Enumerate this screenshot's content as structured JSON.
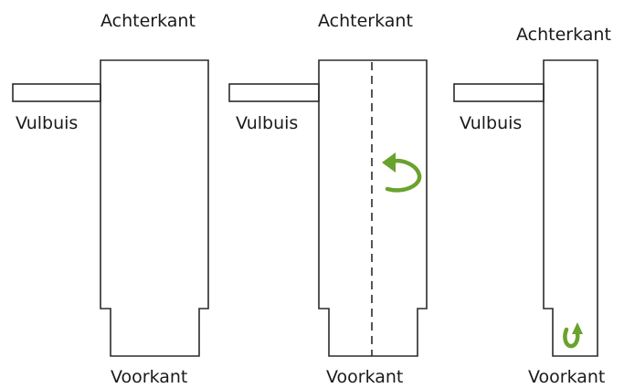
{
  "panels": [
    {
      "back_label": "Achterkant",
      "pipe_label": "Vulbuis",
      "front_label": "Voorkant"
    },
    {
      "back_label": "Achterkant",
      "pipe_label": "Vulbuis",
      "front_label": "Voorkant"
    },
    {
      "back_label": "Achterkant",
      "pipe_label": "Vulbuis",
      "front_label": "Voorkant"
    }
  ],
  "colors": {
    "outline": "#2b2b2b",
    "arrow": "#6aa22e"
  }
}
